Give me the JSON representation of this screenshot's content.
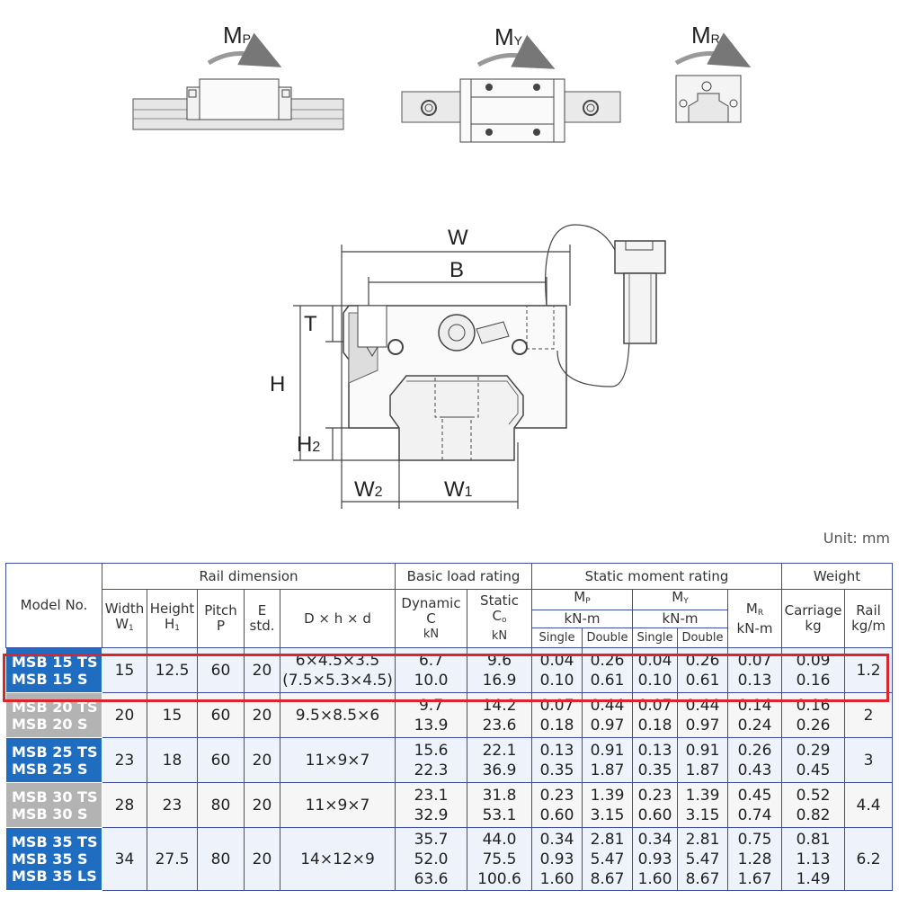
{
  "moments": {
    "mp": {
      "main": "M",
      "sub": "P"
    },
    "my": {
      "main": "M",
      "sub": "Y"
    },
    "mr": {
      "main": "M",
      "sub": "R"
    }
  },
  "dimensions": {
    "W": {
      "main": "W",
      "sub": ""
    },
    "B": {
      "main": "B",
      "sub": ""
    },
    "T": {
      "main": "T",
      "sub": ""
    },
    "H": {
      "main": "H",
      "sub": ""
    },
    "H2": {
      "main": "H",
      "sub": "2"
    },
    "W2": {
      "main": "W",
      "sub": "2"
    },
    "W1": {
      "main": "W",
      "sub": "1"
    }
  },
  "unit": "Unit: mm",
  "table": {
    "group_headers": {
      "model": "Model No.",
      "rail": "Rail dimension",
      "load": "Basic load rating",
      "static": "Static moment rating",
      "weight": "Weight"
    },
    "cols": {
      "width": {
        "l1": "Width",
        "l2": "W",
        "sub": "1"
      },
      "height": {
        "l1": "Height",
        "l2": "H",
        "sub": "1"
      },
      "pitch": {
        "l1": "Pitch",
        "l2": "P"
      },
      "e": {
        "l1": "E",
        "l2": "std."
      },
      "dhd": "D × h × d",
      "dynamic": {
        "l1": "Dynamic",
        "l2": "C",
        "l3": "kN"
      },
      "static": {
        "l1": "Static",
        "l2": "C",
        "sub": "o",
        "l3": "kN"
      },
      "mp": {
        "l1": "M",
        "sub": "P",
        "l2": "kN-m"
      },
      "my": {
        "l1": "M",
        "sub": "Y",
        "l2": "kN-m"
      },
      "mr": {
        "l1": "M",
        "sub": "R",
        "l2": "kN-m"
      },
      "single": "Single",
      "double": "Double",
      "carriage": {
        "l1": "Carriage",
        "l2": "kg"
      },
      "rail": {
        "l1": "Rail",
        "l2": "kg/m"
      }
    },
    "rows": [
      {
        "models": [
          "MSB 15 TS",
          "MSB 15 S"
        ],
        "width": "15",
        "height": "12.5",
        "pitch": "60",
        "e": "20",
        "dhd": [
          "6×4.5×3.5",
          "(7.5×5.3×4.5)"
        ],
        "dynamic": [
          "6.7",
          "10.0"
        ],
        "static": [
          "9.6",
          "16.9"
        ],
        "mp_single": [
          "0.04",
          "0.10"
        ],
        "mp_double": [
          "0.26",
          "0.61"
        ],
        "my_single": [
          "0.04",
          "0.10"
        ],
        "my_double": [
          "0.26",
          "0.61"
        ],
        "mr": [
          "0.07",
          "0.13"
        ],
        "carriage": [
          "0.09",
          "0.16"
        ],
        "rail": "1.2"
      },
      {
        "models": [
          "MSB 20 TS",
          "MSB 20 S"
        ],
        "width": "20",
        "height": "15",
        "pitch": "60",
        "e": "20",
        "dhd": [
          "9.5×8.5×6"
        ],
        "dynamic": [
          "9.7",
          "13.9"
        ],
        "static": [
          "14.2",
          "23.6"
        ],
        "mp_single": [
          "0.07",
          "0.18"
        ],
        "mp_double": [
          "0.44",
          "0.97"
        ],
        "my_single": [
          "0.07",
          "0.18"
        ],
        "my_double": [
          "0.44",
          "0.97"
        ],
        "mr": [
          "0.14",
          "0.24"
        ],
        "carriage": [
          "0.16",
          "0.26"
        ],
        "rail": "2"
      },
      {
        "models": [
          "MSB 25 TS",
          "MSB 25 S"
        ],
        "width": "23",
        "height": "18",
        "pitch": "60",
        "e": "20",
        "dhd": [
          "11×9×7"
        ],
        "dynamic": [
          "15.6",
          "22.3"
        ],
        "static": [
          "22.1",
          "36.9"
        ],
        "mp_single": [
          "0.13",
          "0.35"
        ],
        "mp_double": [
          "0.91",
          "1.87"
        ],
        "my_single": [
          "0.13",
          "0.35"
        ],
        "my_double": [
          "0.91",
          "1.87"
        ],
        "mr": [
          "0.26",
          "0.43"
        ],
        "carriage": [
          "0.29",
          "0.45"
        ],
        "rail": "3"
      },
      {
        "models": [
          "MSB 30 TS",
          "MSB 30 S"
        ],
        "width": "28",
        "height": "23",
        "pitch": "80",
        "e": "20",
        "dhd": [
          "11×9×7"
        ],
        "dynamic": [
          "23.1",
          "32.9"
        ],
        "static": [
          "31.8",
          "53.1"
        ],
        "mp_single": [
          "0.23",
          "0.60"
        ],
        "mp_double": [
          "1.39",
          "3.15"
        ],
        "my_single": [
          "0.23",
          "0.60"
        ],
        "my_double": [
          "1.39",
          "3.15"
        ],
        "mr": [
          "0.45",
          "0.74"
        ],
        "carriage": [
          "0.52",
          "0.82"
        ],
        "rail": "4.4"
      },
      {
        "models": [
          "MSB 35 TS",
          "MSB 35 S",
          "MSB 35 LS"
        ],
        "width": "34",
        "height": "27.5",
        "pitch": "80",
        "e": "20",
        "dhd": [
          "14×12×9"
        ],
        "dynamic": [
          "35.7",
          "52.0",
          "63.6"
        ],
        "static": [
          "44.0",
          "75.5",
          "100.6"
        ],
        "mp_single": [
          "0.34",
          "0.93",
          "1.60"
        ],
        "mp_double": [
          "2.81",
          "5.47",
          "8.67"
        ],
        "my_single": [
          "0.34",
          "0.93",
          "1.60"
        ],
        "my_double": [
          "2.81",
          "5.47",
          "8.67"
        ],
        "mr": [
          "0.75",
          "1.28",
          "1.67"
        ],
        "carriage": [
          "0.81",
          "1.13",
          "1.49"
        ],
        "rail": "6.2"
      }
    ]
  },
  "colors": {
    "model_blue": "#1f6dc0",
    "model_gray": "#b3b3b3",
    "border": "#3a4da0",
    "highlight": "#d9252b"
  }
}
